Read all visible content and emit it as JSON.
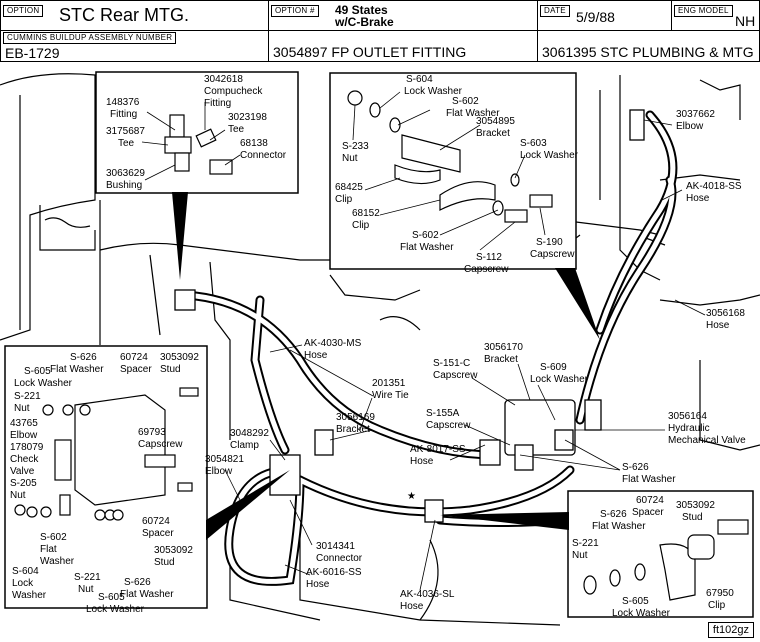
{
  "header": {
    "option_tag": "OPTION",
    "option_value": "STC Rear MTG.",
    "option_no_tag": "OPTION #",
    "option_no_value": "49 States",
    "option_no_value2": "w/C-Brake",
    "date_tag": "DATE",
    "date_value": "5/9/88",
    "eng_model_tag": "ENG MODEL",
    "eng_model_value": "NH",
    "assembly_tag": "CUMMINS BUILDUP ASSEMBLY NUMBER",
    "assembly_value": "EB-1729",
    "part1": "3054897 FP OUTLET FITTING",
    "part2": "3061395 STC PLUMBING & MTG"
  },
  "labels": {
    "l01": "148376",
    "l01b": "Fitting",
    "l02": "3042618",
    "l02b": "Compucheck",
    "l02c": "Fitting",
    "l03": "3175687",
    "l03b": "Tee",
    "l04": "3023198",
    "l04b": "Tee",
    "l05": "68138",
    "l05b": "Connector",
    "l06": "3063629",
    "l06b": "Bushing",
    "l07": "S-604",
    "l07b": "Lock Washer",
    "l08": "S-602",
    "l08b": "Flat Washer",
    "l09": "3054895",
    "l09b": "Bracket",
    "l10": "S-233",
    "l10b": "Nut",
    "l11": "S-603",
    "l11b": "Lock Washer",
    "l12": "68425",
    "l12b": "Clip",
    "l13": "68152",
    "l13b": "Clip",
    "l14": "S-602",
    "l14b": "Flat Washer",
    "l15": "S-112",
    "l15b": "Capscrew",
    "l16": "S-190",
    "l16b": "Capscrew",
    "l17": "3037662",
    "l17b": "Elbow",
    "l18": "AK-4018-SS",
    "l18b": "Hose",
    "l19": "3056168",
    "l19b": "Hose",
    "l20": "AK-4030-MS",
    "l20b": "Hose",
    "l21": "201351",
    "l21b": "Wire Tie",
    "l22": "3056170",
    "l22b": "Bracket",
    "l23": "S-151-C",
    "l23b": "Capscrew",
    "l24": "S-609",
    "l24b": "Lock Washer",
    "l25": "S-155A",
    "l25b": "Capscrew",
    "l26": "3056169",
    "l26b": "Bracket",
    "l27": "3048292",
    "l27b": "Clamp",
    "l28": "AK-8017-SS",
    "l28b": "Hose",
    "l29": "3056164",
    "l29b": "Hydraulic",
    "l29c": "Mechanical Valve",
    "l30": "3054821",
    "l30b": "Elbow",
    "l31": "S-626",
    "l31b": "Flat Washer",
    "l32": "3014341",
    "l32b": "Connector",
    "l33": "AK-6016-SS",
    "l33b": "Hose",
    "l34": "AK-4036-SL",
    "l34b": "Hose",
    "d01": "S-626",
    "d01b": "Flat Washer",
    "d02": "60724",
    "d02b": "Spacer",
    "d03": "3053092",
    "d03b": "Stud",
    "d04": "S-605",
    "d04b": "Lock Washer",
    "d05": "S-221",
    "d05b": "Nut",
    "d06": "43765",
    "d06b": "Elbow",
    "d07": "69793",
    "d07b": "Capscrew",
    "d08": "178079",
    "d08b": "Check",
    "d08c": "Valve",
    "d09": "S-205",
    "d09b": "Nut",
    "d10": "S-602",
    "d10b": "Flat",
    "d10c": "Washer",
    "d11": "60724",
    "d11b": "Spacer",
    "d12": "3053092",
    "d12b": "Stud",
    "d13": "S-604",
    "d13b": "Lock",
    "d13c": "Washer",
    "d14": "S-221",
    "d14b": "Nut",
    "d15": "S-626",
    "d15b": "Flat Washer",
    "d16": "S-605",
    "d16b": "Lock Washer",
    "r01": "60724",
    "r01b": "Spacer",
    "r02": "3053092",
    "r02b": "Stud",
    "r03": "S-626",
    "r03b": "Flat Washer",
    "r04": "S-221",
    "r04b": "Nut",
    "r05": "67950",
    "r05b": "Clip",
    "r06": "S-605",
    "r06b": "Lock Washer"
  },
  "figure_code": "ft102gz"
}
